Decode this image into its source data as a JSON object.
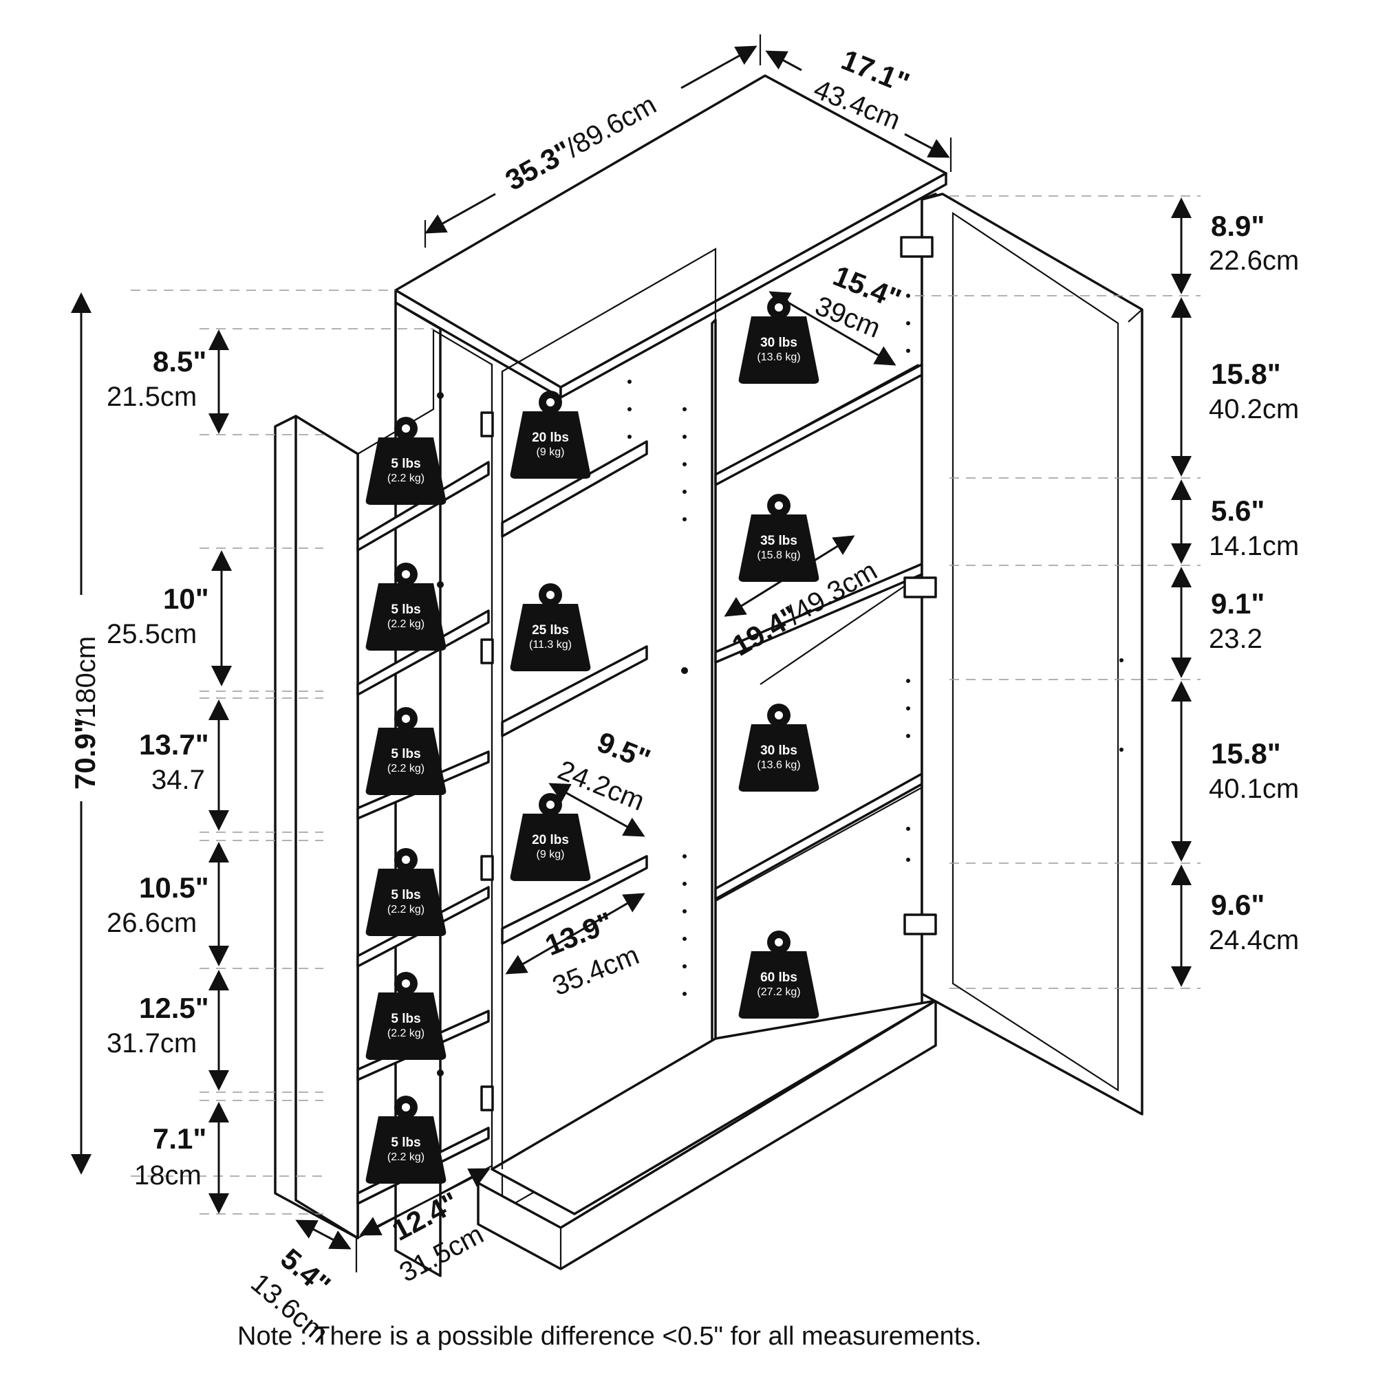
{
  "dimensions": {
    "width": {
      "imperial": "35.3\"",
      "metric": "/89.6cm"
    },
    "depth": {
      "imperial": "17.1\"",
      "metric": "43.4cm"
    },
    "height": {
      "imperial": "70.9\"",
      "metric": "/180cm"
    },
    "inner_shelf_depth": {
      "imperial": "15.4\"",
      "metric": "39cm"
    },
    "inner_shelf_width": {
      "imperial": "19.4\"",
      "metric": "/49.3cm"
    },
    "middle_shelf_depth": {
      "imperial": "9.5\"",
      "metric": "24.2cm"
    },
    "middle_shelf_width": {
      "imperial": "13.9\"",
      "metric": "35.4cm"
    },
    "door_shelf_width": {
      "imperial": "12.4\"",
      "metric": "31.5cm"
    },
    "door_shelf_depth": {
      "imperial": "5.4\"",
      "metric": "13.6cm"
    },
    "left_spacings": [
      {
        "imperial": "8.5\"",
        "metric": "21.5cm"
      },
      {
        "imperial": "10\"",
        "metric": "25.5cm"
      },
      {
        "imperial": "13.7\"",
        "metric": "34.7"
      },
      {
        "imperial": "10.5\"",
        "metric": "26.6cm"
      },
      {
        "imperial": "12.5\"",
        "metric": "31.7cm"
      },
      {
        "imperial": "7.1\"",
        "metric": "18cm"
      }
    ],
    "right_spacings": [
      {
        "imperial": "8.9\"",
        "metric": "22.6cm"
      },
      {
        "imperial": "15.8\"",
        "metric": "40.2cm"
      },
      {
        "imperial": "5.6\"",
        "metric": "14.1cm"
      },
      {
        "imperial": "9.1\"",
        "metric": "23.2"
      },
      {
        "imperial": "15.8\"",
        "metric": "40.1cm"
      },
      {
        "imperial": "9.6\"",
        "metric": "24.4cm"
      }
    ]
  },
  "weights": {
    "door_shelves": [
      {
        "lbs": "5 lbs",
        "kg": "(2.2 kg)"
      },
      {
        "lbs": "5 lbs",
        "kg": "(2.2 kg)"
      },
      {
        "lbs": "5 lbs",
        "kg": "(2.2 kg)"
      },
      {
        "lbs": "5 lbs",
        "kg": "(2.2 kg)"
      },
      {
        "lbs": "5 lbs",
        "kg": "(2.2 kg)"
      },
      {
        "lbs": "5 lbs",
        "kg": "(2.2 kg)"
      }
    ],
    "middle_shelves": [
      {
        "lbs": "20 lbs",
        "kg": "(9 kg)"
      },
      {
        "lbs": "25 lbs",
        "kg": "(11.3 kg)"
      },
      {
        "lbs": "20 lbs",
        "kg": "(9 kg)"
      }
    ],
    "right_shelves": [
      {
        "lbs": "30 lbs",
        "kg": "(13.6 kg)"
      },
      {
        "lbs": "35 lbs",
        "kg": "(15.8 kg)"
      },
      {
        "lbs": "30 lbs",
        "kg": "(13.6 kg)"
      },
      {
        "lbs": "60 lbs",
        "kg": "(27.2 kg)"
      }
    ]
  },
  "note": "Note : There is a possible difference <0.5\" for all measurements."
}
